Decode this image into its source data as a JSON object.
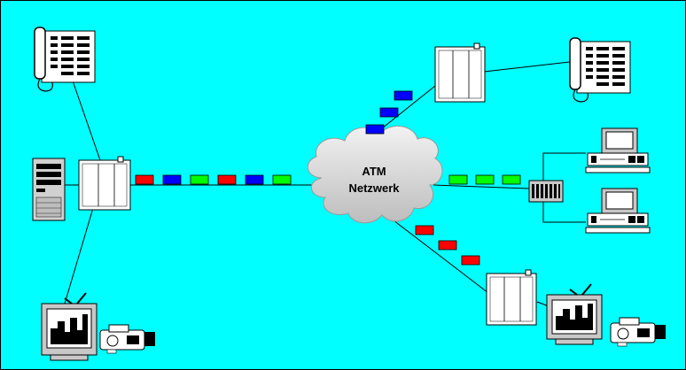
{
  "cloud": {
    "line1": "ATM",
    "line2": "Netzwerk"
  },
  "colors": {
    "background": "#00ffff",
    "red": "#ff0000",
    "blue": "#0000ff",
    "green": "#00ff00",
    "cloud": "#d9d9d9"
  },
  "streams": {
    "left": [
      "red",
      "blue",
      "green",
      "red",
      "blue",
      "green"
    ],
    "right": [
      "green",
      "green",
      "green"
    ],
    "upper": [
      "blue",
      "blue",
      "blue"
    ],
    "lower": [
      "red",
      "red",
      "red"
    ]
  },
  "icons": [
    "telephone-icon",
    "server-tower-icon",
    "atm-switch-icon",
    "tv-monitor-icon",
    "video-camera-icon",
    "workstation-icon",
    "hub-icon"
  ]
}
